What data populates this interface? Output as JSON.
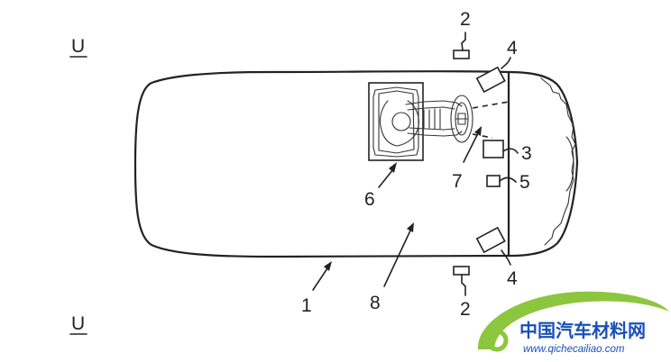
{
  "figure": {
    "section_marks": {
      "top": "U",
      "bottom": "U"
    },
    "reference_numerals": {
      "vehicle": "1",
      "sensor_top": "2",
      "sensor_bottom": "2",
      "camera_unit": "3",
      "sensor_front_top": "4",
      "sensor_front_bottom": "4",
      "control_unit": "5",
      "seat_region": "6",
      "field_of_view": "7",
      "interior": "8"
    }
  },
  "watermark": {
    "chinese_text": "中国汽车材料网",
    "url": "www.qichecailiao.com",
    "accent_green": "#8cc63f",
    "accent_blue": "#1a4fb8"
  }
}
